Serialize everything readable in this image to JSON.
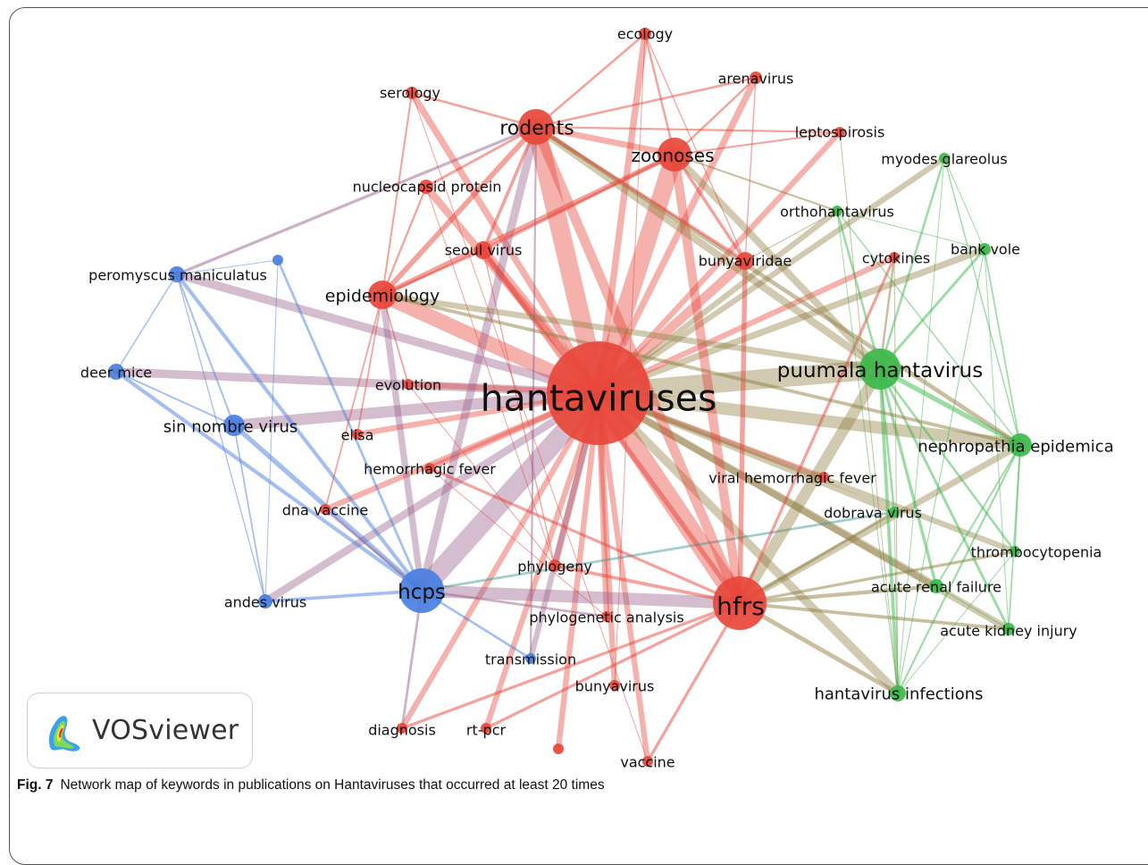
{
  "legend": {
    "logo_text": "VOSviewer"
  },
  "caption": {
    "label": "Fig. 7",
    "text": "Network map of keywords in publications on Hantaviruses that occurred at least 20 times"
  },
  "colors": {
    "red": "#e8463a",
    "green": "#3cb84a",
    "blue": "#4a7fe0"
  },
  "nodes": [
    {
      "id": "hantaviruses",
      "label": "hantaviruses",
      "cluster": "red"
    },
    {
      "id": "hfrs",
      "label": "hfrs",
      "cluster": "red"
    },
    {
      "id": "hcps",
      "label": "hcps",
      "cluster": "blue"
    },
    {
      "id": "puumala",
      "label": "puumala hantavirus",
      "cluster": "green"
    },
    {
      "id": "nephro",
      "label": "nephropathia epidemica",
      "cluster": "green"
    },
    {
      "id": "rodents",
      "label": "rodents",
      "cluster": "red"
    },
    {
      "id": "zoonoses",
      "label": "zoonoses",
      "cluster": "red"
    },
    {
      "id": "epidemiology",
      "label": "epidemiology",
      "cluster": "red"
    },
    {
      "id": "sinnombre",
      "label": "sin nombre virus",
      "cluster": "blue"
    },
    {
      "id": "bunyaviridae",
      "label": "bunyaviridae",
      "cluster": "red"
    },
    {
      "id": "seoul",
      "label": "seoul virus",
      "cluster": "red"
    },
    {
      "id": "nucleocapsid",
      "label": "nucleocapsid protein",
      "cluster": "red"
    },
    {
      "id": "ecology",
      "label": "ecology",
      "cluster": "red"
    },
    {
      "id": "serology",
      "label": "serology",
      "cluster": "red"
    },
    {
      "id": "arenavirus",
      "label": "arenavirus",
      "cluster": "red"
    },
    {
      "id": "leptospirosis",
      "label": "leptospirosis",
      "cluster": "red"
    },
    {
      "id": "myodes",
      "label": "myodes glareolus",
      "cluster": "green"
    },
    {
      "id": "orthohantavirus",
      "label": "orthohantavirus",
      "cluster": "green"
    },
    {
      "id": "cytokines",
      "label": "cytokines",
      "cluster": "red"
    },
    {
      "id": "bankvole",
      "label": "bank vole",
      "cluster": "green"
    },
    {
      "id": "peromyscus",
      "label": "peromyscus maniculatus",
      "cluster": "blue"
    },
    {
      "id": "deermice",
      "label": "deer mice",
      "cluster": "blue"
    },
    {
      "id": "evolution",
      "label": "evolution",
      "cluster": "red"
    },
    {
      "id": "elisa",
      "label": "elisa",
      "cluster": "red"
    },
    {
      "id": "hemorrhagic",
      "label": "hemorrhagic fever",
      "cluster": "red"
    },
    {
      "id": "dnavaccine",
      "label": "dna vaccine",
      "cluster": "red"
    },
    {
      "id": "viralhf",
      "label": "viral hemorrhagic fever",
      "cluster": "red"
    },
    {
      "id": "dobrava",
      "label": "dobrava virus",
      "cluster": "green"
    },
    {
      "id": "thrombo",
      "label": "thrombocytopenia",
      "cluster": "green"
    },
    {
      "id": "arf",
      "label": "acute renal failure",
      "cluster": "green"
    },
    {
      "id": "aki",
      "label": "acute kidney injury",
      "cluster": "green"
    },
    {
      "id": "hinfections",
      "label": "hantavirus infections",
      "cluster": "green"
    },
    {
      "id": "andes",
      "label": "andes virus",
      "cluster": "blue"
    },
    {
      "id": "phylogeny",
      "label": "phylogeny",
      "cluster": "red"
    },
    {
      "id": "phyloanalysis",
      "label": "phylogenetic analysis",
      "cluster": "red"
    },
    {
      "id": "transmission",
      "label": "transmission",
      "cluster": "blue"
    },
    {
      "id": "bunyavirus",
      "label": "bunyavirus",
      "cluster": "red"
    },
    {
      "id": "diagnosis",
      "label": "diagnosis",
      "cluster": "red"
    },
    {
      "id": "rtpcr",
      "label": "rt-pcr",
      "cluster": "red"
    },
    {
      "id": "vaccine",
      "label": "vaccine",
      "cluster": "red"
    },
    {
      "id": "unl_blue",
      "label": "",
      "cluster": "blue"
    },
    {
      "id": "unl_red",
      "label": "",
      "cluster": "red"
    }
  ],
  "edges": [
    [
      "hantaviruses",
      "hfrs"
    ],
    [
      "hantaviruses",
      "hcps"
    ],
    [
      "hantaviruses",
      "puumala"
    ],
    [
      "hantaviruses",
      "nephro"
    ],
    [
      "hantaviruses",
      "rodents"
    ],
    [
      "hantaviruses",
      "zoonoses"
    ],
    [
      "hantaviruses",
      "epidemiology"
    ],
    [
      "hantaviruses",
      "sinnombre"
    ],
    [
      "hantaviruses",
      "bunyaviridae"
    ],
    [
      "hantaviruses",
      "seoul"
    ],
    [
      "hantaviruses",
      "deermice"
    ],
    [
      "hantaviruses",
      "peromyscus"
    ],
    [
      "hantaviruses",
      "hinfections"
    ],
    [
      "hantaviruses",
      "nucleocapsid"
    ],
    [
      "hantaviruses",
      "ecology"
    ],
    [
      "hantaviruses",
      "arenavirus"
    ],
    [
      "hantaviruses",
      "leptospirosis"
    ],
    [
      "hantaviruses",
      "serology"
    ],
    [
      "hantaviruses",
      "evolution"
    ],
    [
      "hantaviruses",
      "elisa"
    ],
    [
      "hantaviruses",
      "hemorrhagic"
    ],
    [
      "hantaviruses",
      "dnavaccine"
    ],
    [
      "hantaviruses",
      "viralhf"
    ],
    [
      "hantaviruses",
      "dobrava"
    ],
    [
      "hantaviruses",
      "arf"
    ],
    [
      "hantaviruses",
      "aki"
    ],
    [
      "hantaviruses",
      "thrombo"
    ],
    [
      "hantaviruses",
      "bankvole"
    ],
    [
      "hantaviruses",
      "myodes"
    ],
    [
      "hantaviruses",
      "orthohantavirus"
    ],
    [
      "hantaviruses",
      "cytokines"
    ],
    [
      "hantaviruses",
      "phylogeny"
    ],
    [
      "hantaviruses",
      "phyloanalysis"
    ],
    [
      "hantaviruses",
      "transmission"
    ],
    [
      "hantaviruses",
      "bunyavirus"
    ],
    [
      "hantaviruses",
      "diagnosis"
    ],
    [
      "hantaviruses",
      "rtpcr"
    ],
    [
      "hantaviruses",
      "vaccine"
    ],
    [
      "hantaviruses",
      "andes"
    ],
    [
      "hantaviruses",
      "unl_red"
    ],
    [
      "hcps",
      "sinnombre"
    ],
    [
      "hcps",
      "peromyscus"
    ],
    [
      "hcps",
      "deermice"
    ],
    [
      "hcps",
      "andes"
    ],
    [
      "hcps",
      "hfrs"
    ],
    [
      "hcps",
      "transmission"
    ],
    [
      "hcps",
      "unl_blue"
    ],
    [
      "hcps",
      "epidemiology"
    ],
    [
      "hcps",
      "rodents"
    ],
    [
      "hcps",
      "phyloanalysis"
    ],
    [
      "hcps",
      "dnavaccine"
    ],
    [
      "hcps",
      "diagnosis"
    ],
    [
      "hcps",
      "dobrava"
    ],
    [
      "sinnombre",
      "peromyscus"
    ],
    [
      "sinnombre",
      "deermice"
    ],
    [
      "sinnombre",
      "andes"
    ],
    [
      "peromyscus",
      "deermice"
    ],
    [
      "peromyscus",
      "andes"
    ],
    [
      "peromyscus",
      "unl_blue"
    ],
    [
      "unl_blue",
      "andes"
    ],
    [
      "peromyscus",
      "rodents"
    ],
    [
      "hfrs",
      "puumala"
    ],
    [
      "hfrs",
      "nephro"
    ],
    [
      "hfrs",
      "seoul"
    ],
    [
      "hfrs",
      "rodents"
    ],
    [
      "hfrs",
      "zoonoses"
    ],
    [
      "hfrs",
      "dobrava"
    ],
    [
      "hfrs",
      "arf"
    ],
    [
      "hfrs",
      "aki"
    ],
    [
      "hfrs",
      "hinfections"
    ],
    [
      "hfrs",
      "cytokines"
    ],
    [
      "hfrs",
      "bunyaviridae"
    ],
    [
      "hfrs",
      "vaccine"
    ],
    [
      "hfrs",
      "rtpcr"
    ],
    [
      "hfrs",
      "diagnosis"
    ],
    [
      "hfrs",
      "thrombo"
    ],
    [
      "hfrs",
      "hemorrhagic"
    ],
    [
      "hfrs",
      "phylogeny"
    ],
    [
      "puumala",
      "nephro"
    ],
    [
      "puumala",
      "bankvole"
    ],
    [
      "puumala",
      "myodes"
    ],
    [
      "puumala",
      "hinfections"
    ],
    [
      "puumala",
      "arf"
    ],
    [
      "puumala",
      "aki"
    ],
    [
      "puumala",
      "thrombo"
    ],
    [
      "puumala",
      "orthohantavirus"
    ],
    [
      "puumala",
      "cytokines"
    ],
    [
      "puumala",
      "dobrava"
    ],
    [
      "puumala",
      "zoonoses"
    ],
    [
      "puumala",
      "rodents"
    ],
    [
      "puumala",
      "epidemiology"
    ],
    [
      "nephro",
      "bankvole"
    ],
    [
      "nephro",
      "myodes"
    ],
    [
      "nephro",
      "thrombo"
    ],
    [
      "nephro",
      "arf"
    ],
    [
      "nephro",
      "aki"
    ],
    [
      "nephro",
      "hinfections"
    ],
    [
      "nephro",
      "orthohantavirus"
    ],
    [
      "nephro",
      "epidemiology"
    ],
    [
      "nephro",
      "rodents"
    ],
    [
      "rodents",
      "zoonoses"
    ],
    [
      "rodents",
      "epidemiology"
    ],
    [
      "rodents",
      "ecology"
    ],
    [
      "rodents",
      "serology"
    ],
    [
      "rodents",
      "seoul"
    ],
    [
      "rodents",
      "nucleocapsid"
    ],
    [
      "rodents",
      "leptospirosis"
    ],
    [
      "rodents",
      "arenavirus"
    ],
    [
      "rodents",
      "bunyaviridae"
    ],
    [
      "zoonoses",
      "ecology"
    ],
    [
      "zoonoses",
      "arenavirus"
    ],
    [
      "zoonoses",
      "leptospirosis"
    ],
    [
      "zoonoses",
      "epidemiology"
    ],
    [
      "zoonoses",
      "bunyaviridae"
    ],
    [
      "zoonoses",
      "seoul"
    ],
    [
      "zoonoses",
      "orthohantavirus"
    ],
    [
      "epidemiology",
      "nucleocapsid"
    ],
    [
      "epidemiology",
      "seoul"
    ],
    [
      "epidemiology",
      "evolution"
    ],
    [
      "epidemiology",
      "elisa"
    ],
    [
      "epidemiology",
      "dnavaccine"
    ],
    [
      "epidemiology",
      "serology"
    ],
    [
      "bunyaviridae",
      "ecology"
    ],
    [
      "bunyaviridae",
      "arenavirus"
    ],
    [
      "bunyaviridae",
      "orthohantavirus"
    ],
    [
      "myodes",
      "bankvole"
    ],
    [
      "myodes",
      "hinfections"
    ],
    [
      "bankvole",
      "hinfections"
    ],
    [
      "bankvole",
      "aki"
    ],
    [
      "orthohantavirus",
      "hinfections"
    ],
    [
      "orthohantavirus",
      "bankvole"
    ],
    [
      "leptospirosis",
      "hinfections"
    ],
    [
      "cytokines",
      "hinfections"
    ],
    [
      "arf",
      "aki"
    ],
    [
      "thrombo",
      "hinfections"
    ],
    [
      "dobrava",
      "hinfections"
    ],
    [
      "nucleocapsid",
      "phylogeny"
    ],
    [
      "seoul",
      "phylogeny"
    ],
    [
      "ecology",
      "bunyavirus"
    ],
    [
      "serology",
      "vaccine"
    ],
    [
      "evolution",
      "phylogeny"
    ],
    [
      "hemorrhagic",
      "phyloanalysis"
    ],
    [
      "transmission",
      "rodents"
    ]
  ]
}
